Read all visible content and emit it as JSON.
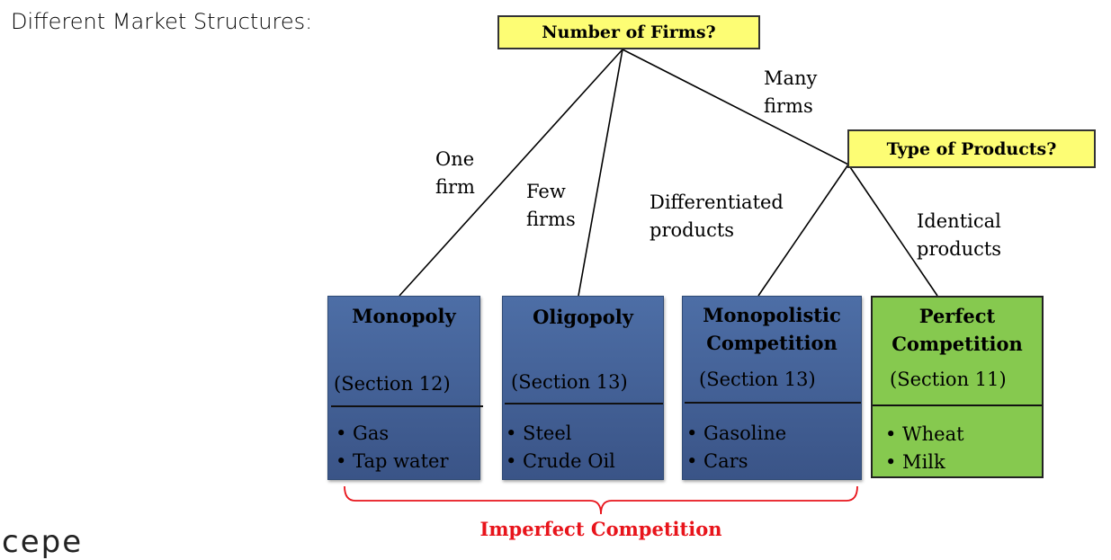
{
  "title": "Different Market Structures:",
  "questions": {
    "firms": "Number of Firms?",
    "products": "Type of Products?"
  },
  "branch_labels": {
    "one": [
      "One",
      "firm"
    ],
    "few": [
      "Few",
      "firms"
    ],
    "many": [
      "Many",
      "firms"
    ],
    "differentiated": [
      "Differentiated",
      "products"
    ],
    "identical": [
      "Identical",
      "products"
    ]
  },
  "structures": [
    {
      "name": [
        "Monopoly"
      ],
      "section": "(Section 12)",
      "examples": [
        "• Gas",
        "• Tap water"
      ]
    },
    {
      "name": [
        "Oligopoly"
      ],
      "section": "(Section 13)",
      "examples": [
        "• Steel",
        "• Crude Oil"
      ]
    },
    {
      "name": [
        "Monopolistic",
        "Competition"
      ],
      "section": "(Section 13)",
      "examples": [
        "• Gasoline",
        "• Cars"
      ]
    },
    {
      "name": [
        "Perfect",
        "Competition"
      ],
      "section": "(Section 11)",
      "examples": [
        "• Wheat",
        "• Milk"
      ]
    }
  ],
  "group_label": "Imperfect Competition",
  "logo": "cepe",
  "colors": {
    "question_box": "#fdfd74",
    "imperfect_box": "#4d6ea6",
    "perfect_box": "#86c94f",
    "group": "#e8141b"
  }
}
